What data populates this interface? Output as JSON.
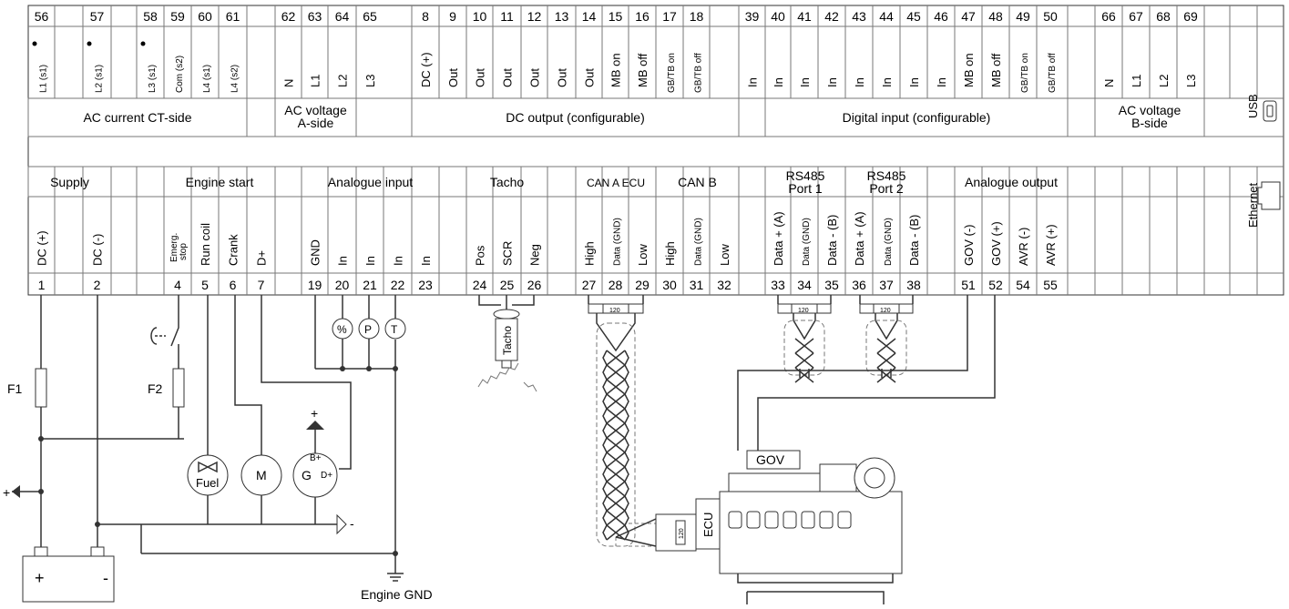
{
  "top_row": {
    "numbers": [
      "56",
      "57",
      "58",
      "59",
      "60",
      "61",
      "62",
      "63",
      "64",
      "65",
      "8",
      "9",
      "10",
      "11",
      "12",
      "13",
      "14",
      "15",
      "16",
      "17",
      "18",
      "39",
      "40",
      "41",
      "42",
      "43",
      "44",
      "45",
      "46",
      "47",
      "48",
      "49",
      "50",
      "66",
      "67",
      "68",
      "69"
    ],
    "pins": [
      "L1 (s1)",
      "L2 (s1)",
      "L3 (s1)",
      "Com (s2)",
      "L4 (s1)",
      "L4 (s2)",
      "N",
      "L1",
      "L2",
      "L3",
      "DC (+)",
      "Out",
      "Out",
      "Out",
      "Out",
      "Out",
      "Out",
      "MB on",
      "MB off",
      "GB/TB on",
      "GB/TB off",
      "In",
      "In",
      "In",
      "In",
      "In",
      "In",
      "In",
      "In",
      "MB on",
      "MB off",
      "GB/TB on",
      "GB/TB off",
      "N",
      "L1",
      "L2",
      "L3"
    ],
    "groups": [
      "AC current CT-side",
      "AC voltage A-side",
      "DC output (configurable)",
      "Digital input (configurable)",
      "AC voltage B-side"
    ]
  },
  "bottom_row": {
    "numbers": [
      "1",
      "2",
      "4",
      "5",
      "6",
      "7",
      "19",
      "20",
      "21",
      "22",
      "23",
      "24",
      "25",
      "26",
      "27",
      "28",
      "29",
      "30",
      "31",
      "32",
      "33",
      "34",
      "35",
      "36",
      "37",
      "38",
      "51",
      "52",
      "54",
      "55"
    ],
    "pins": [
      "DC (+)",
      "DC (-)",
      "Emerg. stop",
      "Run coil",
      "Crank",
      "D+",
      "GND",
      "In",
      "In",
      "In",
      "In",
      "Pos",
      "SCR",
      "Neg",
      "High",
      "Data (GND)",
      "Low",
      "High",
      "Data (GND)",
      "Low",
      "Data + (A)",
      "Data (GND)",
      "Data - (B)",
      "Data + (A)",
      "Data (GND)",
      "Data - (B)",
      "GOV (-)",
      "GOV (+)",
      "AVR (-)",
      "AVR (+)"
    ],
    "groups": [
      "Supply",
      "Engine start",
      "Analogue input",
      "Tacho",
      "CAN A ECU",
      "CAN B",
      "RS485 Port 1",
      "RS485 Port 2",
      "Analogue output"
    ]
  },
  "side_ports": {
    "usb": "USB",
    "ethernet": "Ethernet"
  },
  "components": {
    "fuse1": "F1",
    "fuse2": "F2",
    "fuel": "Fuel",
    "motor": "M",
    "generator": "G",
    "gen_bplus": "B+",
    "gen_dplus": "D+",
    "plus": "+",
    "minus": "-",
    "battery_plus": "+",
    "battery_minus": "-",
    "sensor_percent": "%",
    "sensor_pressure": "P",
    "sensor_temp": "T",
    "tacho": "Tacho",
    "terminator": "120",
    "ecu": "ECU",
    "gov": "GOV",
    "engine_gnd": "Engine GND"
  }
}
